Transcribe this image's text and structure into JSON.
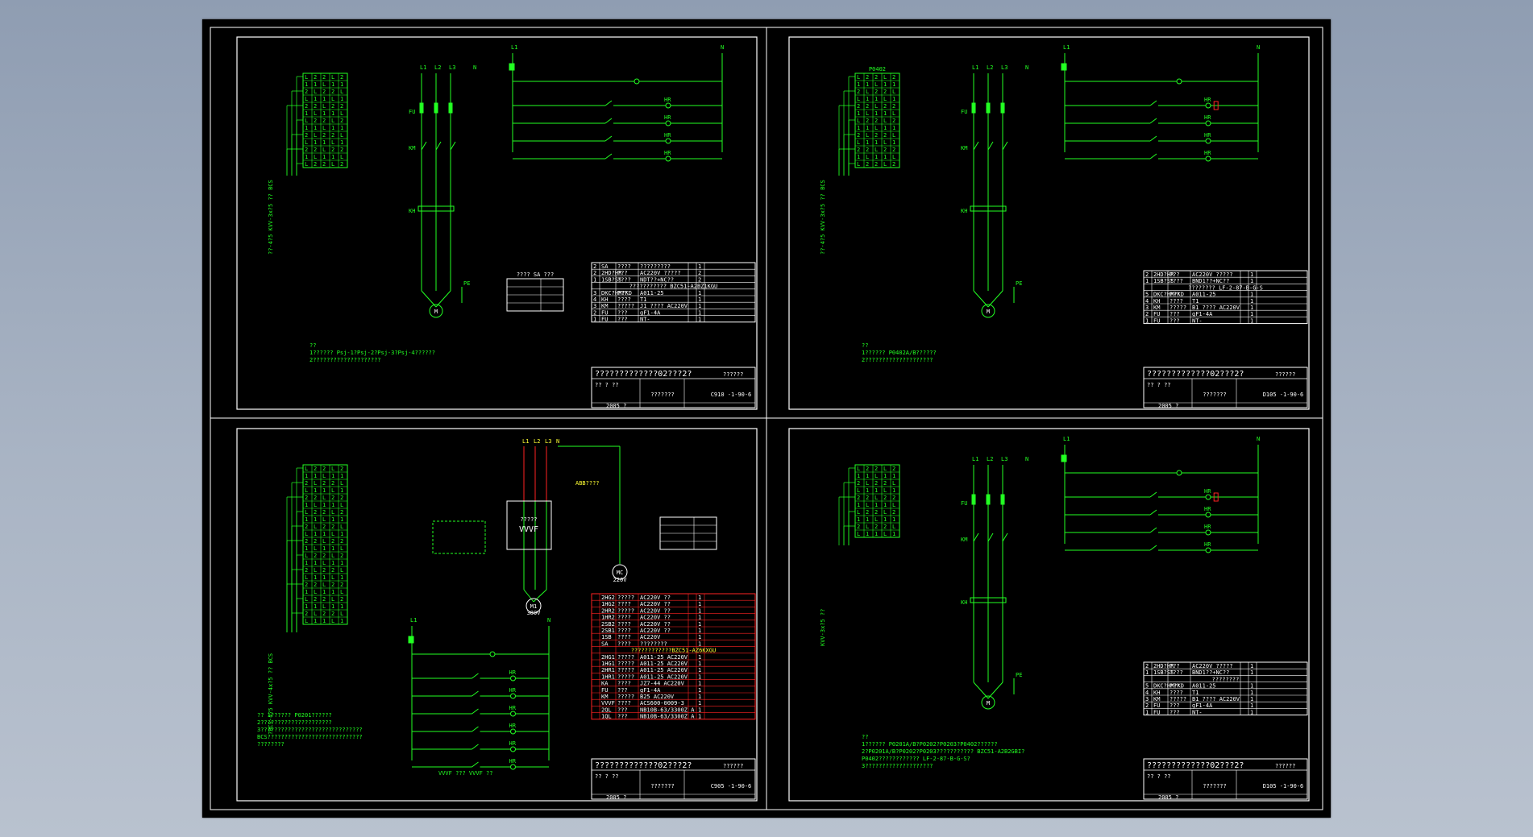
{
  "colors": {
    "wire": "#22ff22",
    "frame": "#ffffff",
    "hilite": "#ff2222",
    "text_yellow": "#ffff33",
    "background": "#000000"
  },
  "sheets": [
    {
      "id": "s1",
      "title_block": {
        "main": "?????????????02???2?",
        "sub": "??????",
        "drawing_no": "C910 -1-90-6",
        "year": "2005 ?",
        "name": "???????",
        "designer": "?? ? ??"
      },
      "notes": [
        "??",
        "1?????? Psj-1?Psj-2?Psj-3?Psj-4??????",
        "2????????????????????"
      ],
      "parts": [
        {
          "no": "2",
          "code": "SA",
          "name": "????",
          "spec": "?????????",
          "qty": "1"
        },
        {
          "no": "2",
          "code": "2HD?HR",
          "name": "???",
          "spec": "AC220V  ?????",
          "qty": "2"
        },
        {
          "no": "1",
          "code": "1SB?SS",
          "name": "????",
          "spec": "NDT??+NC??",
          "qty": "2"
        },
        {
          "no": "",
          "code": "",
          "name": "",
          "spec": "???????????  BZC51-A2BZ1KGU",
          "qty": ""
        },
        {
          "no": "3",
          "code": "DKC?HM?KD",
          "name": "???",
          "spec": "A011-25",
          "qty": "1"
        },
        {
          "no": "4",
          "code": "KH",
          "name": "????",
          "spec": "T1",
          "qty": "1"
        },
        {
          "no": "3",
          "code": "KM",
          "name": "?????",
          "spec": "J1  ????  AC220V",
          "qty": "1"
        },
        {
          "no": "2",
          "code": "FU",
          "name": "???",
          "spec": "gF1-4A",
          "qty": "1"
        },
        {
          "no": "1",
          "code": "FU",
          "name": "???",
          "spec": "NT-",
          "qty": "1"
        }
      ],
      "switch_table": {
        "title": "???? SA ???"
      },
      "labels": {
        "power": [
          "L1",
          "L2",
          "L3",
          "N"
        ],
        "motor": "M",
        "cable": "??-4?5  KVV-3x?5 ?? BCS"
      }
    },
    {
      "id": "s2",
      "title_block": {
        "main": "?????????????02???2?",
        "sub": "??????",
        "drawing_no": "D105 -1-90-6",
        "year": "2005 ?",
        "name": "???????",
        "designer": "?? ? ??"
      },
      "notes": [
        "??",
        "1?????? P0402A/B??????",
        "2????????????????????"
      ],
      "parts": [
        {
          "no": "2",
          "code": "2HD?HR",
          "name": "???",
          "spec": "AC220V  ?????",
          "qty": "1"
        },
        {
          "no": "1",
          "code": "1SB?SS",
          "name": "????",
          "spec": "BND1??+NC??",
          "qty": "1"
        },
        {
          "no": "",
          "code": "",
          "name": "",
          "spec": "????????  LF-2-87-B-G-S",
          "qty": ""
        },
        {
          "no": "5",
          "code": "DKC?HM?KD",
          "name": "???",
          "spec": "A011-25",
          "qty": "1"
        },
        {
          "no": "4",
          "code": "KH",
          "name": "????",
          "spec": "T1",
          "qty": "1"
        },
        {
          "no": "3",
          "code": "KM",
          "name": "?????",
          "spec": "B1  ????  AC220V",
          "qty": "1"
        },
        {
          "no": "2",
          "code": "FU",
          "name": "???",
          "spec": "gF1-4A",
          "qty": "1"
        },
        {
          "no": "1",
          "code": "FU",
          "name": "???",
          "spec": "NT-",
          "qty": "1"
        }
      ],
      "terminal": "P0402",
      "labels": {
        "power": [
          "L1",
          "L2",
          "L3",
          "N"
        ],
        "motor": "M",
        "cable": "??-4?5  KVV-3x?5 ?? BCS"
      }
    },
    {
      "id": "s3",
      "title_block": {
        "main": "?????????????02???2?",
        "sub": "??????",
        "drawing_no": "C905 -1-90-6",
        "year": "2005 ?",
        "name": "???????",
        "designer": "?? ? ??"
      },
      "notes": [
        "?? 1?????? P0201??????",
        "2?????????????????????",
        "3??????????????????????????????",
        "BCS????????????????????????????",
        "????????"
      ],
      "parts": [
        {
          "no": "",
          "code": "2HG2",
          "name": "?????",
          "spec": "AC220V  ??",
          "qty": "1"
        },
        {
          "no": "",
          "code": "1HG2",
          "name": "????",
          "spec": "AC220V  ??",
          "qty": "1"
        },
        {
          "no": "",
          "code": "2HR2",
          "name": "?????",
          "spec": "AC220V  ??",
          "qty": "1"
        },
        {
          "no": "",
          "code": "1HR2",
          "name": "????",
          "spec": "AC220V  ??",
          "qty": "1"
        },
        {
          "no": "",
          "code": "2SB2",
          "name": "????",
          "spec": "AC220V  ??",
          "qty": "1"
        },
        {
          "no": "",
          "code": "2SB1",
          "name": "????",
          "spec": "AC220V  ??",
          "qty": "1"
        },
        {
          "no": "",
          "code": "1SB",
          "name": "????",
          "spec": "AC220V",
          "qty": "1"
        },
        {
          "no": "",
          "code": "SA",
          "name": "????",
          "spec": "????????",
          "qty": "1"
        },
        {
          "no": "",
          "code": "",
          "name": "",
          "spec": "????????????BZC51-AZ6KXGU",
          "qty": ""
        },
        {
          "no": "",
          "code": "2HG1",
          "name": "?????",
          "spec": "A011-25  AC220V",
          "qty": "1"
        },
        {
          "no": "",
          "code": "1HG1",
          "name": "?????",
          "spec": "A011-25  AC220V",
          "qty": "1"
        },
        {
          "no": "",
          "code": "2HR1",
          "name": "?????",
          "spec": "A011-25  AC220V",
          "qty": "1"
        },
        {
          "no": "",
          "code": "1HR1",
          "name": "?????",
          "spec": "A011-25  AC220V",
          "qty": "1"
        },
        {
          "no": "",
          "code": "KA",
          "name": "????",
          "spec": "JZ7-44  AC220V",
          "qty": "1"
        },
        {
          "no": "",
          "code": "FU",
          "name": "???",
          "spec": "gF1-4A",
          "qty": "1"
        },
        {
          "no": "",
          "code": "KM",
          "name": "?????",
          "spec": "B25  AC220V",
          "qty": "1"
        },
        {
          "no": "",
          "code": "VVVF",
          "name": "????",
          "spec": "ACS600-0009-3",
          "qty": "1"
        },
        {
          "no": "",
          "code": "2QL",
          "name": "???",
          "spec": "NB10B-63/3300Z A",
          "qty": "1"
        },
        {
          "no": "",
          "code": "1QL",
          "name": "???",
          "spec": "NB10B-63/3300Z A",
          "qty": "1"
        }
      ],
      "inverter": {
        "label": "?????",
        "name": "VVVF"
      },
      "labels": {
        "power": [
          "L1",
          "L2",
          "L3",
          "N"
        ],
        "motor1": "M1",
        "motor1_sub": "380V",
        "motor2": "MC",
        "motor2_sub": "220V",
        "remark": "ABB????",
        "cable": "?BCS-4?5  KVV-4x?5 ?? BCS",
        "bottom": "VVVF ???  VVVF ??"
      }
    },
    {
      "id": "s4",
      "title_block": {
        "main": "?????????????02???2?",
        "sub": "??????",
        "drawing_no": "D105 -1-90-6",
        "year": "2005 ?",
        "name": "???????",
        "designer": "?? ? ??"
      },
      "notes": [
        "??",
        "1?????? P0201A/B?P0202?P0203?P0402??????",
        "2?P0201A/B?P0202?P0203??????????? BZC51-A2B2GBI?",
        "P0402???????????? LF-2-87-B-G-S?",
        "3????????????????????"
      ],
      "parts": [
        {
          "no": "2",
          "code": "2HD?HR",
          "name": "???",
          "spec": "AC220V  ?????",
          "qty": "1"
        },
        {
          "no": "1",
          "code": "1SB?SS",
          "name": "????",
          "spec": "BND1??+NC??",
          "qty": "1"
        },
        {
          "no": "",
          "code": "",
          "name": "",
          "spec": "????????",
          "qty": ""
        },
        {
          "no": "5",
          "code": "DKC?HM?KD",
          "name": "???",
          "spec": "A011-25",
          "qty": "1"
        },
        {
          "no": "4",
          "code": "KH",
          "name": "????",
          "spec": "T1",
          "qty": "1"
        },
        {
          "no": "3",
          "code": "KM",
          "name": "?????",
          "spec": "B1  ????  AC220V",
          "qty": "1"
        },
        {
          "no": "2",
          "code": "FU",
          "name": "???",
          "spec": "gF1-4A",
          "qty": "1"
        },
        {
          "no": "1",
          "code": "FU",
          "name": "???",
          "spec": "NT-",
          "qty": "1"
        }
      ],
      "labels": {
        "power": [
          "L1",
          "L2",
          "L3",
          "N"
        ],
        "motor": "M",
        "cable": "KVV-3x?5 ??"
      }
    }
  ]
}
